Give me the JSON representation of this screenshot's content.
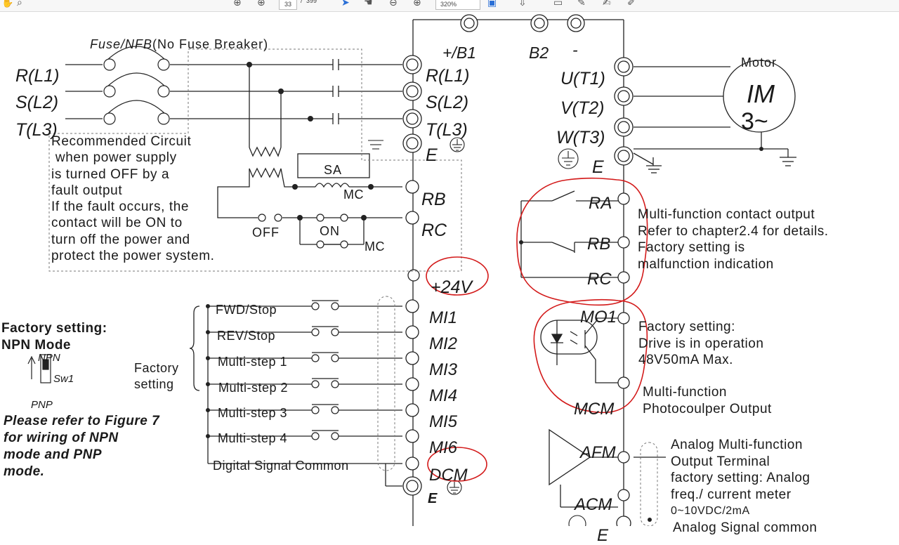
{
  "toolbar": {
    "page_current": "33",
    "page_separator": "/",
    "page_total": "399",
    "zoom": "320%"
  },
  "diagram": {
    "fuse_label_a": "Fuse/NFB",
    "fuse_label_b": "(No Fuse Breaker)",
    "inputs": [
      "R(L1)",
      "S(L2)",
      "T(L3)"
    ],
    "left_terminals": [
      "R(L1)",
      "S(L2)",
      "T(L3)",
      "E",
      "RB",
      "RC"
    ],
    "top_terminals": [
      "+/B1",
      "B2",
      "-"
    ],
    "motor_label": "Motor",
    "motor_im": "IM",
    "motor_phase": "3~",
    "output_terminals": [
      "U(T1)",
      "V(T2)",
      "W(T3)",
      "E"
    ],
    "recommended_text": [
      "Recommended Circuit",
      " when power supply",
      "is turned OFF by a",
      "fault output",
      "If the fault occurs, the",
      "contact will be ON to",
      "turn off the power and",
      "protect the power system."
    ],
    "sa_label": "SA",
    "mc_label_1": "MC",
    "off_label": "OFF",
    "on_label": "ON",
    "mc_label_2": "MC",
    "plus24v": "+24V",
    "mi_terminals": [
      "MI1",
      "MI2",
      "MI3",
      "MI4",
      "MI5",
      "MI6"
    ],
    "mi_functions": [
      "FWD/Stop",
      "REV/Stop",
      "Multi-step 1",
      "Multi-step 2",
      "Multi-step 3",
      "Multi-step 4"
    ],
    "dcm": "DCM",
    "e_bottom": "E",
    "digital_common": "Digital Signal Common",
    "factory_group_lines": [
      "Factory",
      "setting"
    ],
    "npn_header": [
      "Factory setting:",
      "NPN Mode"
    ],
    "npn": "NPN",
    "sw1": "Sw1",
    "pnp": "PNP",
    "npn_note": [
      "Please refer to Figure 7",
      "for wiring of NPN",
      "mode and PNP",
      "mode."
    ],
    "relay_terminals": [
      "RA",
      "RB",
      "RC"
    ],
    "relay_desc": [
      "Multi-function contact output",
      "Refer to chapter2.4 for details.",
      "Factory setting is",
      "malfunction indication"
    ],
    "mo1": "MO1",
    "mcm": "MCM",
    "mo1_desc": [
      "Factory setting:",
      "Drive is in operation",
      "48V50mA Max."
    ],
    "mcm_desc": [
      "Multi-function",
      "Photocoulper Output"
    ],
    "afm": "AFM",
    "acm": "ACM",
    "afm_desc": [
      "Analog Multi-function",
      "Output Terminal",
      "factory setting: Analog",
      "freq./ current meter",
      "0~10VDC/2mA"
    ],
    "analog_common": "Analog Signal common",
    "e_cut": "E"
  }
}
